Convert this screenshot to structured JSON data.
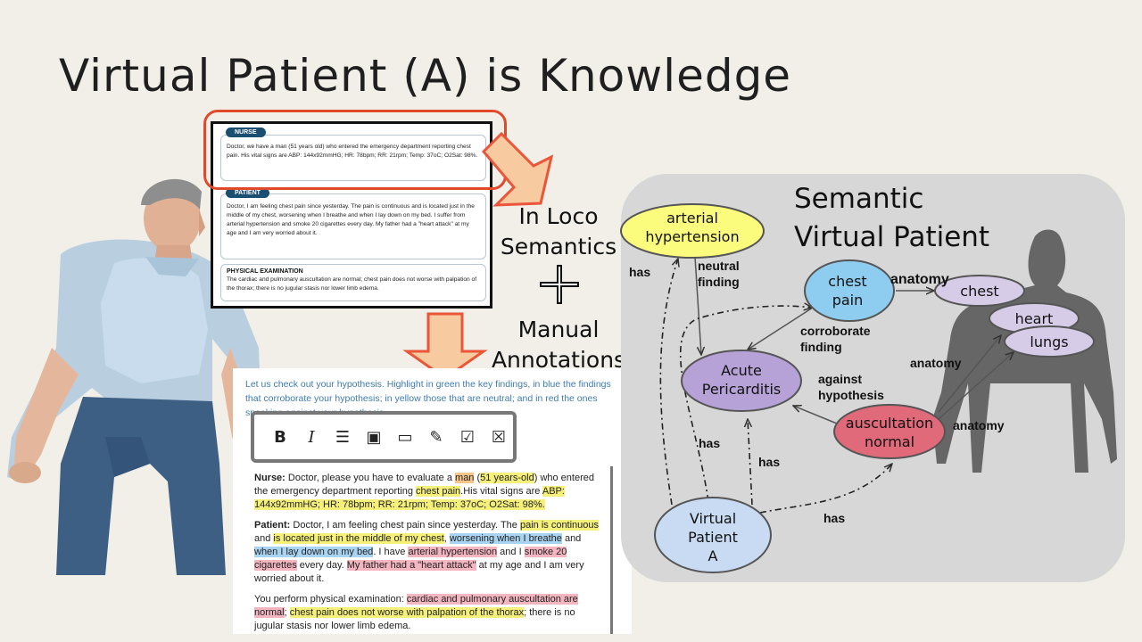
{
  "slide": {
    "title": "Virtual Patient (A) is Knowledge"
  },
  "doc": {
    "nurse_tag": "NURSE",
    "nurse_text": "Doctor, we have a man (51 years old) who entered the emergency department reporting chest pain. His vital signs are ABP: 144x92mmHG; HR: 78bpm; RR: 21rpm; Temp: 37oC; O2Sat: 98%.",
    "patient_tag": "PATIENT",
    "patient_text": "Doctor, I am feeling chest pain since yesterday. The pain is continuous and is located just in the middle of my chest, worsening when I breathe and when I lay down on my bed. I suffer from arterial hypertension and smoke 20 cigarettes every day. My father had a \"heart attack\" at my age and I am very worried about it.",
    "exam_title": "PHYSICAL EXAMINATION",
    "exam_text": "The cardiac and pulmonary auscultation are normal; chest pain does not worse with palpation of the thorax; there is no jugular stasis nor lower limb edema."
  },
  "center": {
    "in_loco_line1": "In Loco",
    "in_loco_line2": "Semantics",
    "plus": "+",
    "manual_line1": "Manual",
    "manual_line2": "Annotations"
  },
  "annotation": {
    "intro": "Let us check out your hypothesis. Highlight in green the key findings, in blue the findings that corroborate your hypothesis; in yellow those that are neutral; and in red the ones speaking against your hypothesis.",
    "toolbar": {
      "bold": "B",
      "italic": "I",
      "list": "☰",
      "image": "▣",
      "comment": "▭",
      "highlight": "✎",
      "check": "☑",
      "close": "☒"
    },
    "nurse_label": "Nurse:",
    "nurse_t1": " Doctor, please you have to evaluate a ",
    "nurse_h1": "man",
    "nurse_t2": " (",
    "nurse_h2": "51 years-old",
    "nurse_t3": ") who entered the emergency department reporting ",
    "nurse_h3": "chest pain",
    "nurse_t4": ".His vital signs are ",
    "nurse_h4": "ABP: 144x92mmHG; HR: 78bpm; RR: 21rpm; Temp: 37oC; O2Sat: 98%.",
    "patient_label": "Patient:",
    "patient_t1": " Doctor, I am feeling chest pain since yesterday. The ",
    "patient_h1": "pain is continuous",
    "patient_t2": " and ",
    "patient_h2": "is located just in the middle of my chest",
    "patient_t3": ", ",
    "patient_h3": "worsening when I breathe",
    "patient_t4": " and ",
    "patient_h4": "when I lay down on my bed",
    "patient_t5": ". I have ",
    "patient_h5": "arterial hypertension",
    "patient_t6": " and I ",
    "patient_h6": "smoke 20 cigarettes",
    "patient_t7": " every day. ",
    "patient_h7": "My father had a \"heart attack\"",
    "patient_t8": " at my age and I am very worried about it.",
    "exam_t1": "You perform physical examination: ",
    "exam_h1": "cardiac and pulmonary auscultation are normal",
    "exam_t2": "; ",
    "exam_h2": "chest pain does not worse with palpation of the thorax",
    "exam_t3": "; there is no jugular stasis nor lower limb edema."
  },
  "semantic": {
    "title_line1": "Semantic",
    "title_line2": "Virtual Patient",
    "nodes": {
      "arterial_line1": "arterial",
      "arterial_line2": "hypertension",
      "chest_pain_line1": "chest",
      "chest_pain_line2": "pain",
      "acute_line1": "Acute",
      "acute_line2": "Pericarditis",
      "auscultation_line1": "auscultation",
      "auscultation_line2": "normal",
      "virtual_line1": "Virtual",
      "virtual_line2": "Patient",
      "virtual_line3": "A",
      "chest": "chest",
      "heart": "heart",
      "lungs": "lungs"
    },
    "edges": {
      "has_left": "has",
      "neutral_line1": "neutral",
      "neutral_line2": "finding",
      "anatomy_top": "anatomy",
      "corroborate_line1": "corroborate",
      "corroborate_line2": "finding",
      "against_line1": "against",
      "against_line2": "hypothesis",
      "anatomy_mid": "anatomy",
      "anatomy_low": "anatomy",
      "has_mid": "has",
      "has_center": "has",
      "has_right": "has"
    }
  },
  "colors": {
    "yellow_node": "#fbfb7e",
    "blue_node": "#8fcdf0",
    "purple_node": "#b7a2d8",
    "red_node": "#e0697a",
    "virtual_node": "#c8dbf3",
    "organ_node": "#d6cce8",
    "title_red": "#e04a2a",
    "arrow_fill": "#f8caa0",
    "arrow_stroke": "#e9563a"
  }
}
